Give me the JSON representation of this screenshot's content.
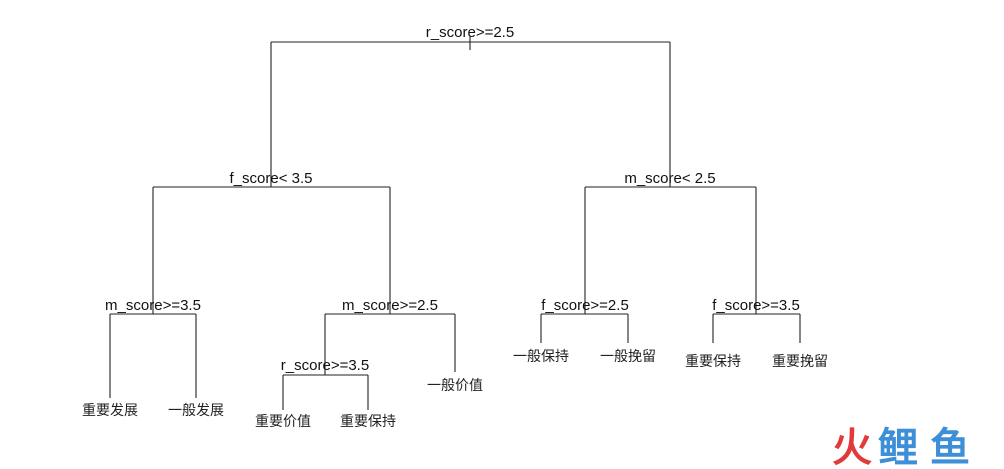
{
  "tree": {
    "nodes": [
      {
        "id": "n1",
        "label": "r_score>=2.5",
        "type": "split"
      },
      {
        "id": "n2",
        "label": "f_score< 3.5",
        "type": "split"
      },
      {
        "id": "n3",
        "label": "m_score< 2.5",
        "type": "split"
      },
      {
        "id": "n4",
        "label": "m_score>=3.5",
        "type": "split"
      },
      {
        "id": "n5",
        "label": "m_score>=2.5",
        "type": "split"
      },
      {
        "id": "n6",
        "label": "f_score>=2.5",
        "type": "split"
      },
      {
        "id": "n7",
        "label": "f_score>=3.5",
        "type": "split"
      },
      {
        "id": "n8",
        "label": "r_score>=3.5",
        "type": "split"
      },
      {
        "id": "l1",
        "label": "重要发展",
        "type": "leaf"
      },
      {
        "id": "l2",
        "label": "一般发展",
        "type": "leaf"
      },
      {
        "id": "l3",
        "label": "一般价值",
        "type": "leaf"
      },
      {
        "id": "l4",
        "label": "重要价值",
        "type": "leaf"
      },
      {
        "id": "l5",
        "label": "重要保持",
        "type": "leaf"
      },
      {
        "id": "l6",
        "label": "一般保持",
        "type": "leaf"
      },
      {
        "id": "l7",
        "label": "一般挽留",
        "type": "leaf"
      },
      {
        "id": "l8",
        "label": "重要保持",
        "type": "leaf"
      },
      {
        "id": "l9",
        "label": "重要挽留",
        "type": "leaf"
      }
    ],
    "edges": [
      {
        "from": "n1",
        "to": "n2"
      },
      {
        "from": "n1",
        "to": "n3"
      },
      {
        "from": "n2",
        "to": "n4"
      },
      {
        "from": "n2",
        "to": "n5"
      },
      {
        "from": "n4",
        "to": "l1"
      },
      {
        "from": "n4",
        "to": "l2"
      },
      {
        "from": "n5",
        "to": "n8"
      },
      {
        "from": "n5",
        "to": "l3"
      },
      {
        "from": "n8",
        "to": "l4"
      },
      {
        "from": "n8",
        "to": "l5"
      },
      {
        "from": "n3",
        "to": "n6"
      },
      {
        "from": "n3",
        "to": "n7"
      },
      {
        "from": "n6",
        "to": "l6"
      },
      {
        "from": "n6",
        "to": "l7"
      },
      {
        "from": "n7",
        "to": "l8"
      },
      {
        "from": "n7",
        "to": "l9"
      }
    ]
  },
  "watermark": {
    "text": "火鲤鱼",
    "char_1": "火",
    "char_2": "鲤",
    "char_3": "鱼",
    "colors": {
      "red": "#e03a3a",
      "blue": "#3d8fd8"
    }
  }
}
